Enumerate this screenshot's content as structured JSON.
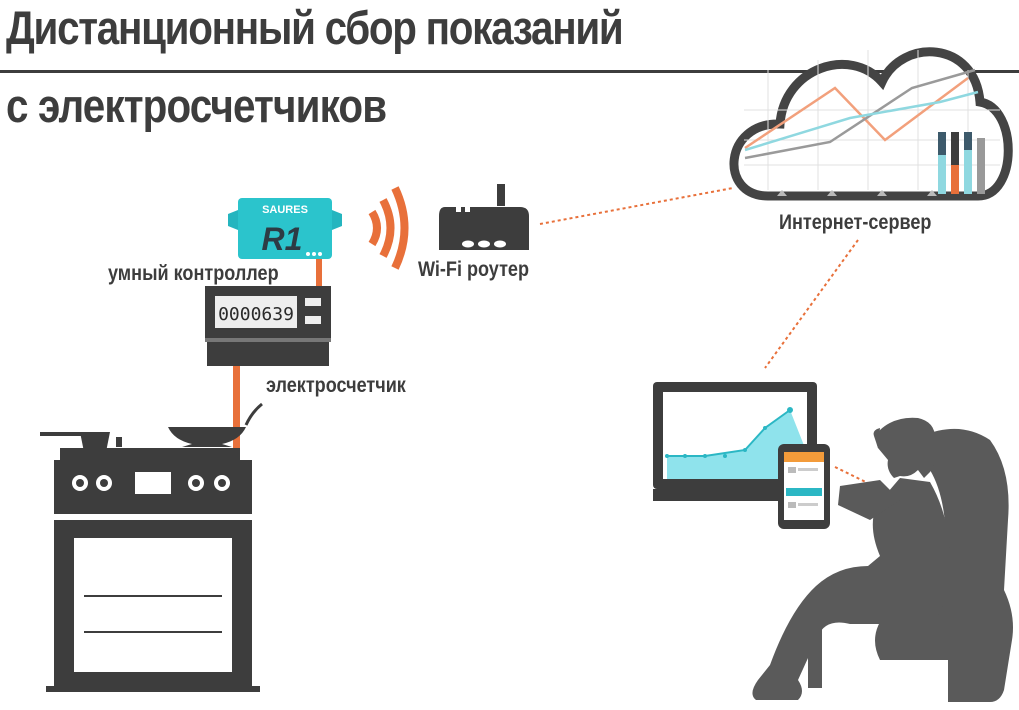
{
  "title": {
    "line1": "Дистанционный сбор показаний",
    "line2": "с электросчетчиков"
  },
  "labels": {
    "controller": "умный контроллер",
    "router": "Wi-Fi роутер",
    "meter": "электросчетчик",
    "server": "Интернет-сервер"
  },
  "controller_brand": "SAURES",
  "controller_model": "R1",
  "meter_reading": "0000639",
  "colors": {
    "dark": "#3d3d3d",
    "accent_orange": "#e8703a",
    "teal": "#2bb7c4",
    "cyan_light": "#8fe3ec",
    "silhouette": "#5a5a5a"
  },
  "icons": [
    "wifi-signal-icon",
    "router-icon",
    "cloud-icon",
    "laptop-icon",
    "smartphone-icon"
  ]
}
